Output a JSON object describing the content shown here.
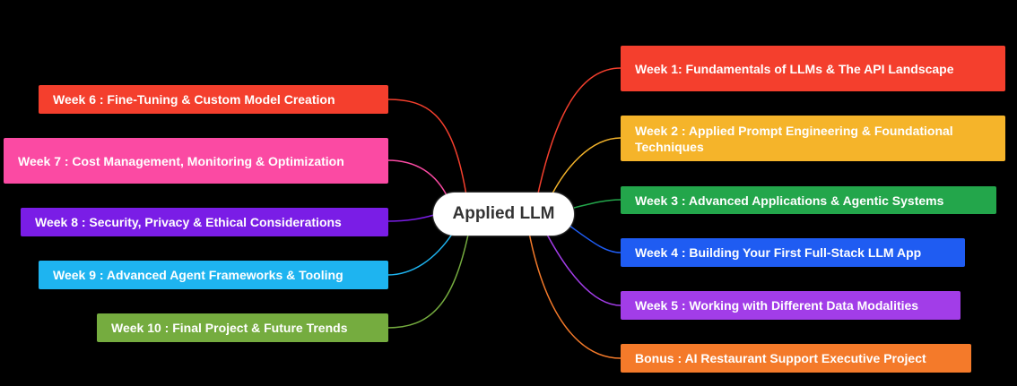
{
  "center": {
    "label": "Applied LLM"
  },
  "right_nodes": [
    {
      "label": "Week 1: Fundamentals of LLMs & The API Landscape",
      "color": "#f43f2d"
    },
    {
      "label": "Week 2 : Applied Prompt Engineering & Foundational Techniques",
      "color": "#f5b42a"
    },
    {
      "label": "Week 3 : Advanced Applications & Agentic Systems",
      "color": "#23a64b"
    },
    {
      "label": "Week 4 : Building Your First Full-Stack LLM App",
      "color": "#1f5cf2"
    },
    {
      "label": "Week 5 : Working with Different Data Modalities",
      "color": "#a23de8"
    },
    {
      "label": "Bonus : AI Restaurant Support Executive Project",
      "color": "#f47a2a"
    }
  ],
  "left_nodes": [
    {
      "label": "Week 6 : Fine-Tuning & Custom Model Creation",
      "color": "#f43f2d"
    },
    {
      "label": "Week 7 : Cost Management, Monitoring & Optimization",
      "color": "#fb4aa3"
    },
    {
      "label": "Week 8 : Security, Privacy & Ethical Considerations",
      "color": "#7a1de6"
    },
    {
      "label": "Week 9 : Advanced Agent Frameworks & Tooling",
      "color": "#1eb4f0"
    },
    {
      "label": "Week 10 : Final Project & Future Trends",
      "color": "#75ac3f"
    }
  ]
}
